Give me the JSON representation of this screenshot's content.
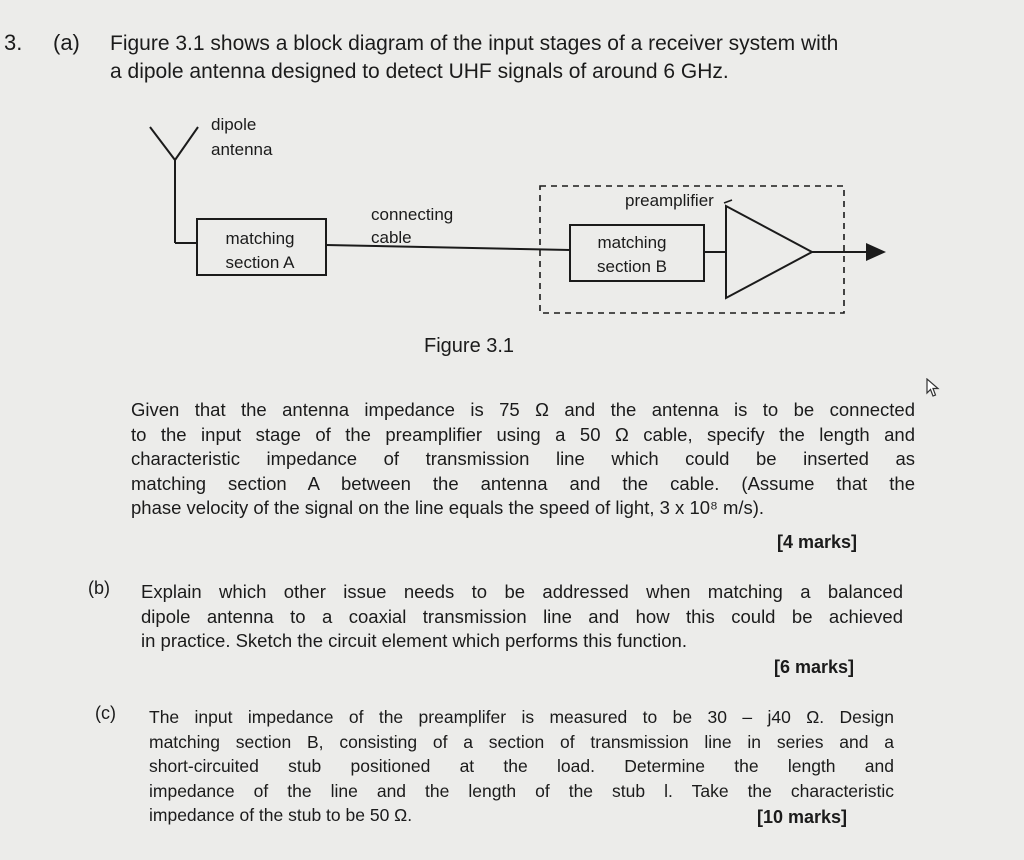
{
  "question_number": "3.",
  "part_a": {
    "label": "(a)",
    "intro_lines": [
      "Figure 3.1 shows a block diagram of the input stages of a receiver system with",
      "a dipole antenna designed to detect UHF signals of around 6 GHz."
    ],
    "figure": {
      "antenna_label_1": "dipole",
      "antenna_label_2": "antenna",
      "matching_a_line1": "matching",
      "matching_a_line2": "section A",
      "cable_label_1": "connecting",
      "cable_label_2": "cable",
      "preamp_label": "preamplifier",
      "matching_b_line1": "matching",
      "matching_b_line2": "section B",
      "caption": "Figure 3.1"
    },
    "body_lines": [
      "Given that the antenna impedance is 75 Ω and the antenna is to be connected",
      "to the input stage of the preamplifier using a 50 Ω cable, specify the length and",
      "characteristic impedance of transmission line which could be inserted as",
      "matching section A between the antenna and the cable. (Assume that the",
      "phase velocity of the signal on the line equals the speed of light, 3 x 10⁸ m/s)."
    ],
    "marks": "[4 marks]"
  },
  "part_b": {
    "label": "(b)",
    "body_lines": [
      "Explain which other issue needs to be addressed when matching a balanced",
      "dipole antenna to a coaxial transmission line and how this could be achieved",
      "in practice. Sketch the circuit element which performs this function."
    ],
    "marks": "[6 marks]"
  },
  "part_c": {
    "label": "(c)",
    "body_lines": [
      "The input impedance of the preamplifer is measured to be 30 – j40 Ω. Design",
      "matching section B, consisting of a section of transmission line in series and a",
      "short-circuited stub positioned at the load. Determine the length and",
      "impedance of the line and the length of the stub l. Take the characteristic",
      "impedance of the stub to be 50 Ω."
    ],
    "marks": "[10 marks]"
  },
  "icons": {
    "cursor": "mouse-pointer-icon"
  }
}
